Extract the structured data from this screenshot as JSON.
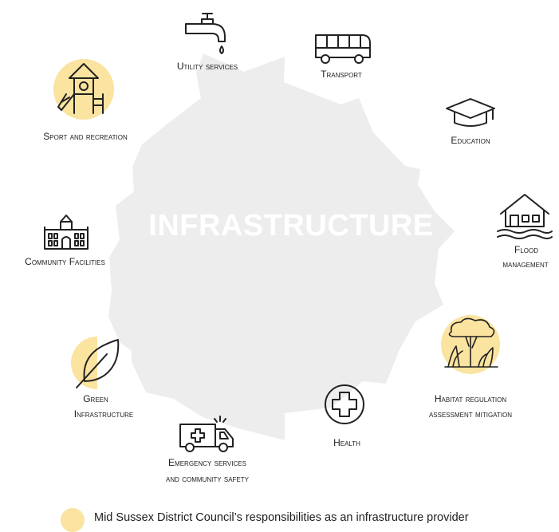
{
  "center_label": "INFRASTRUCTURE",
  "colors": {
    "hub": "#EDEDED",
    "highlight": "#FBE3A0",
    "icon_stroke": "#222222",
    "title": "#FFFFFF"
  },
  "categories": [
    {
      "id": "utility",
      "label": "Utility services",
      "icon": "water-tap-icon",
      "council_responsibility": false
    },
    {
      "id": "transport",
      "label": "Transport",
      "icon": "bus-icon",
      "council_responsibility": false
    },
    {
      "id": "education",
      "label": "Education",
      "icon": "graduation-cap-icon",
      "council_responsibility": false
    },
    {
      "id": "flood",
      "label_line1": "Flood",
      "label_line2": "management",
      "icon": "flooded-house-icon",
      "council_responsibility": false
    },
    {
      "id": "habitat",
      "label_line1": "Habitat regulation",
      "label_line2": "assessment mitigation",
      "icon": "trees-icon",
      "council_responsibility": true
    },
    {
      "id": "health",
      "label": "Health",
      "icon": "medical-cross-icon",
      "council_responsibility": false
    },
    {
      "id": "emergency",
      "label_line1": "Emergency services",
      "label_line2": "and community safety",
      "icon": "ambulance-icon",
      "council_responsibility": false
    },
    {
      "id": "green",
      "label_line1": "Green",
      "label_line2": "Infrastructure",
      "icon": "leaf-icon",
      "council_responsibility": true
    },
    {
      "id": "community",
      "label": "Community Facilities",
      "icon": "civic-building-icon",
      "council_responsibility": false
    },
    {
      "id": "sport",
      "label": "Sport and recreation",
      "icon": "playground-tower-icon",
      "council_responsibility": true
    }
  ],
  "legend": {
    "text": "Mid Sussex District Council’s responsibilities as an infrastructure provider"
  }
}
